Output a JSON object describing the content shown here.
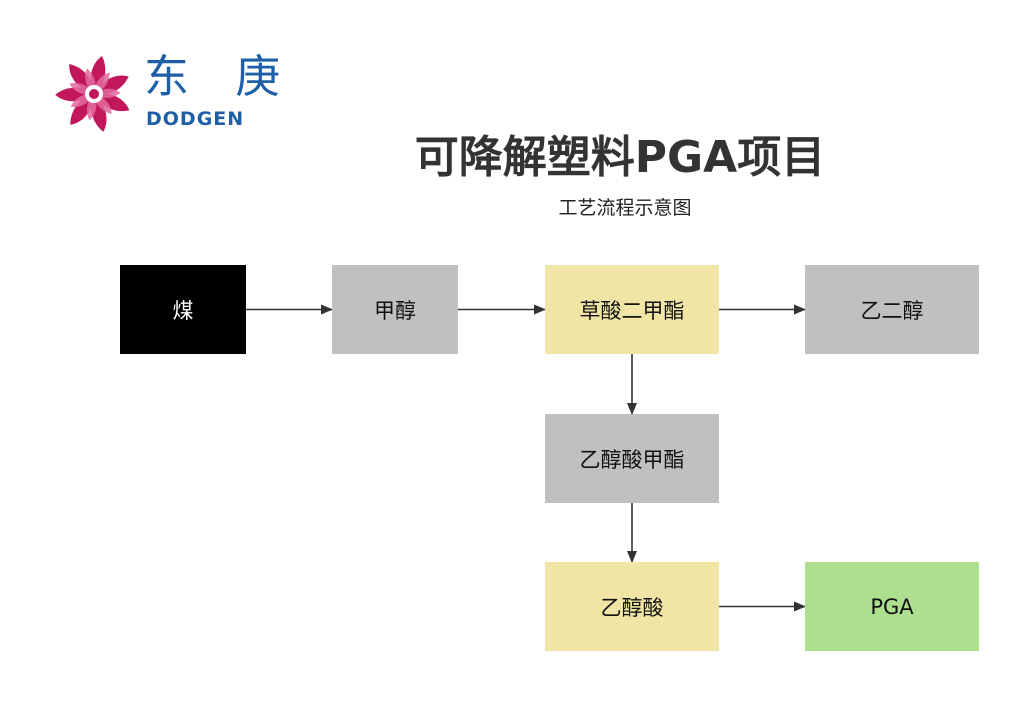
{
  "logo": {
    "name_cn": "东 庚",
    "name_en": "DODGEN",
    "color": "#1f5fa8",
    "mark_color": "#c2185b"
  },
  "title": "可降解塑料PGA项目",
  "subtitle": "工艺流程示意图",
  "nodes": {
    "coal": {
      "label": "煤",
      "fill": "#000000"
    },
    "methanol": {
      "label": "甲醇",
      "fill": "#c0c0c0"
    },
    "dimethyl_oxalate": {
      "label": "草酸二甲酯",
      "fill": "#f1e5a5"
    },
    "ethylene_glycol": {
      "label": "乙二醇",
      "fill": "#c0c0c0"
    },
    "methyl_glycolate": {
      "label": "乙醇酸甲酯",
      "fill": "#c0c0c0"
    },
    "glycolic_acid": {
      "label": "乙醇酸",
      "fill": "#f1e5a5"
    },
    "pga": {
      "label": "PGA",
      "fill": "#addf8f"
    }
  },
  "edges": [
    {
      "from": "coal",
      "to": "methanol"
    },
    {
      "from": "methanol",
      "to": "dimethyl_oxalate"
    },
    {
      "from": "dimethyl_oxalate",
      "to": "ethylene_glycol"
    },
    {
      "from": "dimethyl_oxalate",
      "to": "methyl_glycolate"
    },
    {
      "from": "methyl_glycolate",
      "to": "glycolic_acid"
    },
    {
      "from": "glycolic_acid",
      "to": "pga"
    }
  ]
}
